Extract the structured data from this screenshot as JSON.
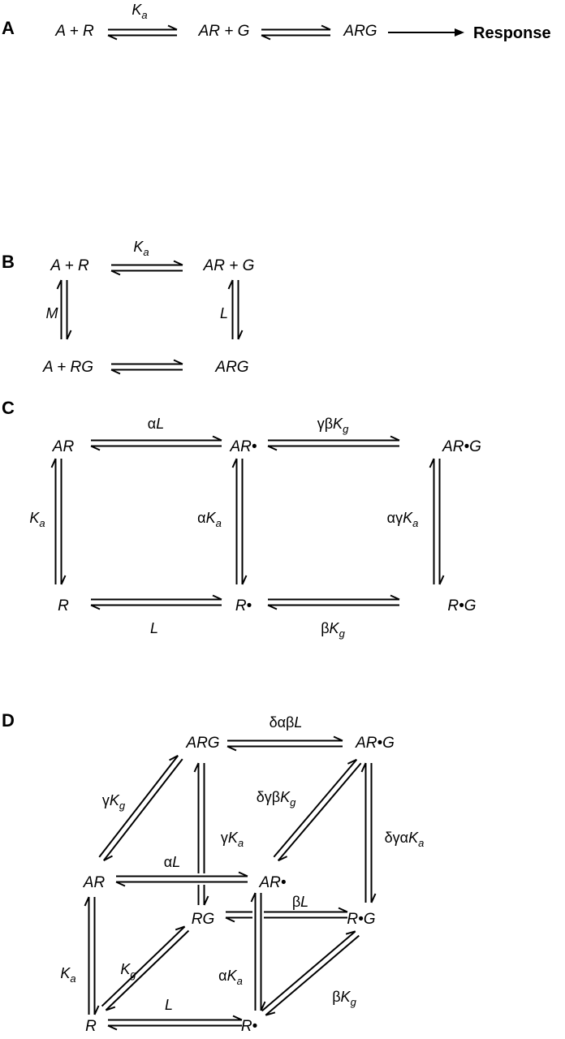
{
  "panels": {
    "A": {
      "letter": "A",
      "species": {
        "a_r": "A + R",
        "ar_g": "AR + G",
        "arg": "ARG",
        "response": "Response"
      },
      "rates": {
        "ka": {
          "greek": "",
          "main": "K",
          "sub": "a"
        }
      }
    },
    "B": {
      "letter": "B",
      "species": {
        "a_r": "A + R",
        "ar_g": "AR + G",
        "a_rg": "A + RG",
        "arg": "ARG"
      },
      "rates": {
        "ka": {
          "greek": "",
          "main": "K",
          "sub": "a"
        },
        "m": {
          "greek": "",
          "main": "M",
          "sub": ""
        },
        "l": {
          "greek": "",
          "main": "L",
          "sub": ""
        }
      }
    },
    "C": {
      "letter": "C",
      "species": {
        "ar": "AR",
        "ar_star": "AR•",
        "ar_star_g": "AR•G",
        "r": "R",
        "r_star": "R•",
        "r_star_g": "R•G"
      },
      "rates": {
        "alpha_l": {
          "greek": "α",
          "main": "L",
          "sub": ""
        },
        "gamma_beta_kg": {
          "greek": "γβ",
          "main": "K",
          "sub": "g"
        },
        "ka": {
          "greek": "",
          "main": "K",
          "sub": "a"
        },
        "alpha_ka": {
          "greek": "α",
          "main": "K",
          "sub": "a"
        },
        "alpha_gamma_ka": {
          "greek": "αγ",
          "main": "K",
          "sub": "a"
        },
        "l": {
          "greek": "",
          "main": "L",
          "sub": ""
        },
        "beta_kg": {
          "greek": "β",
          "main": "K",
          "sub": "g"
        }
      }
    },
    "D": {
      "letter": "D",
      "species": {
        "arg": "ARG",
        "ar_star_g": "AR•G",
        "ar": "AR",
        "ar_star": "AR•",
        "rg": "RG",
        "r_star_g": "R•G",
        "r": "R",
        "r_star": "R•"
      },
      "rates": {
        "delta_alpha_beta_l": {
          "greek": "δαβ",
          "main": "L",
          "sub": ""
        },
        "gamma_kg": {
          "greek": "γ",
          "main": "K",
          "sub": "g"
        },
        "gamma_ka": {
          "greek": "γ",
          "main": "K",
          "sub": "a"
        },
        "delta_gamma_beta_kg": {
          "greek": "δγβ",
          "main": "K",
          "sub": "g"
        },
        "delta_gamma_alpha_ka": {
          "greek": "δγα",
          "main": "K",
          "sub": "a"
        },
        "alpha_l": {
          "greek": "α",
          "main": "L",
          "sub": ""
        },
        "beta_l": {
          "greek": "β",
          "main": "L",
          "sub": ""
        },
        "ka": {
          "greek": "",
          "main": "K",
          "sub": "a"
        },
        "kg": {
          "greek": "",
          "main": "K",
          "sub": "g"
        },
        "alpha_ka": {
          "greek": "α",
          "main": "K",
          "sub": "a"
        },
        "beta_kg": {
          "greek": "β",
          "main": "K",
          "sub": "g"
        },
        "l": {
          "greek": "",
          "main": "L",
          "sub": ""
        }
      }
    }
  }
}
